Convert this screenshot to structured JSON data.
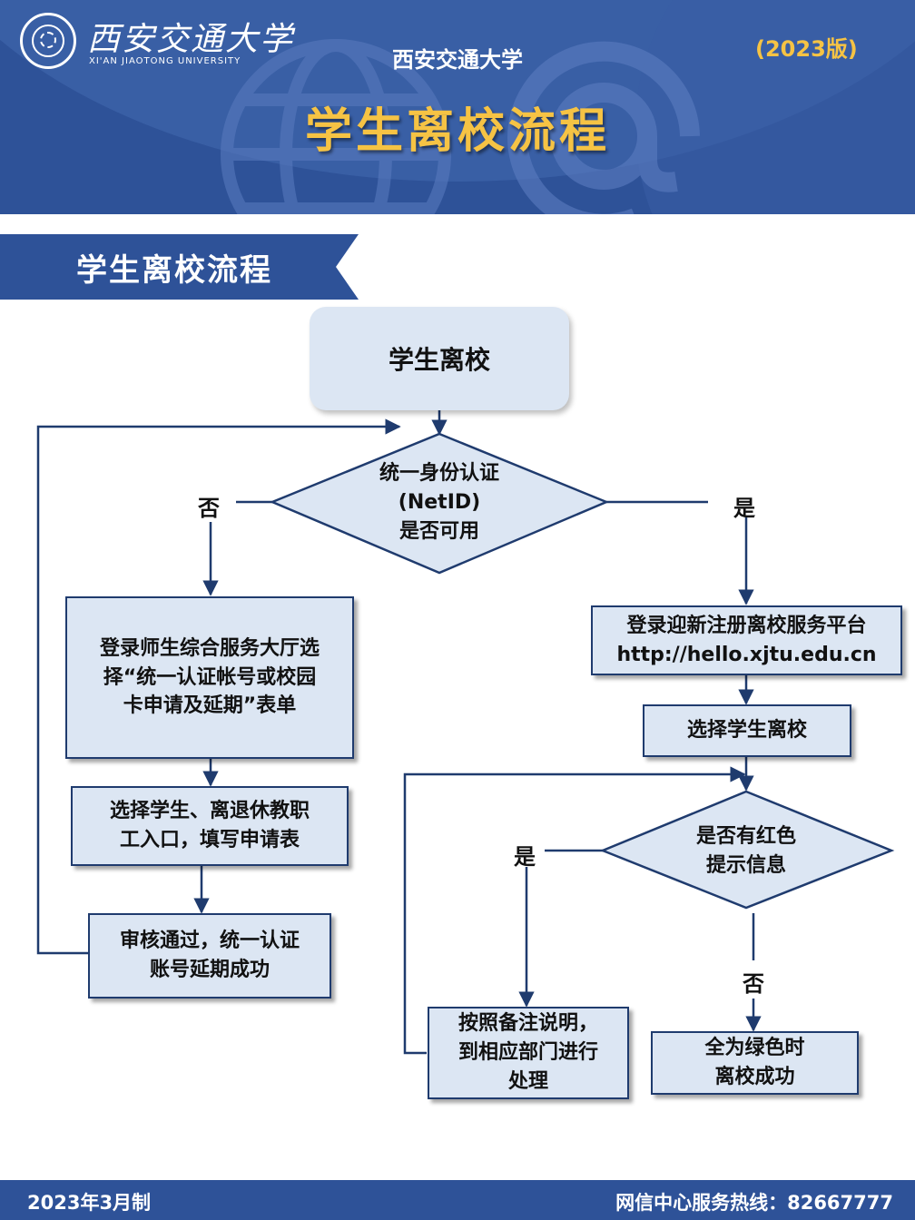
{
  "header": {
    "logo_cn": "西安交通大学",
    "logo_en": "XI'AN JIAOTONG UNIVERSITY",
    "university": "西安交通大学",
    "version": "(2023版)",
    "title": "学生离校流程"
  },
  "section": {
    "title": "学生离校流程"
  },
  "flow": {
    "start": "学生离校",
    "decision_netid": [
      "统一身份认证",
      "(NetID)",
      "是否可用"
    ],
    "label_no_left": "否",
    "label_yes_right": "是",
    "left_step1": [
      "登录师生综合服务大厅选",
      "择“统一认证帐号或校园",
      "卡申请及延期”表单"
    ],
    "left_step2": [
      "选择学生、离退休教职",
      "工入口，填写申请表"
    ],
    "left_step3": [
      "审核通过，统一认证",
      "账号延期成功"
    ],
    "right_step1": [
      "登录迎新注册离校服务平台",
      "http://hello.xjtu.edu.cn"
    ],
    "right_step2": "选择学生离校",
    "decision_red": [
      "是否有红色",
      "提示信息"
    ],
    "label_yes_left": "是",
    "label_no_down": "否",
    "right_step3": [
      "按照备注说明，",
      "到相应部门进行",
      "处理"
    ],
    "right_step4": [
      "全为绿色时",
      "离校成功"
    ]
  },
  "footer": {
    "date": "2023年3月制",
    "hotline": "网信中心服务热线：82667777"
  },
  "colors": {
    "brand": "#2e5298",
    "accent": "#f6c344",
    "box_fill": "#dce6f3",
    "line": "#1f3b6e"
  }
}
